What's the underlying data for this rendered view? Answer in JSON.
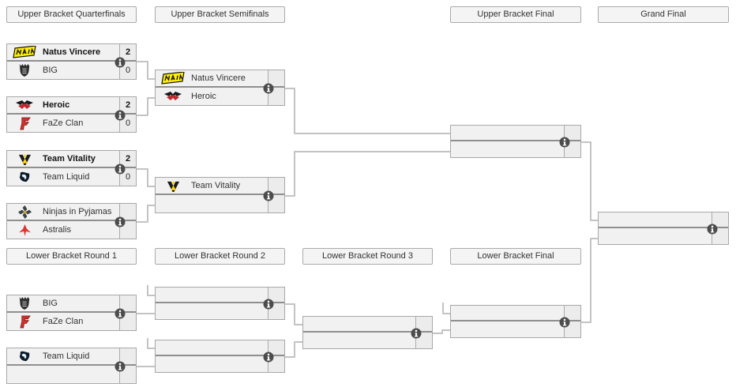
{
  "rounds": {
    "ub_quarterfinals": "Upper Bracket Quarterfinals",
    "ub_semifinals": "Upper Bracket Semifinals",
    "ub_final": "Upper Bracket Final",
    "grand_final": "Grand Final",
    "lb_round1": "Lower Bracket Round 1",
    "lb_round2": "Lower Bracket Round 2",
    "lb_round3": "Lower Bracket Round 3",
    "lb_final": "Lower Bracket Final"
  },
  "matches": {
    "ub_qf1": {
      "team1": {
        "name": "Natus Vincere",
        "score": "2"
      },
      "team2": {
        "name": "BIG",
        "score": "0"
      }
    },
    "ub_qf2": {
      "team1": {
        "name": "Heroic",
        "score": "2"
      },
      "team2": {
        "name": "FaZe Clan",
        "score": "0"
      }
    },
    "ub_qf3": {
      "team1": {
        "name": "Team Vitality",
        "score": "2"
      },
      "team2": {
        "name": "Team Liquid",
        "score": "0"
      }
    },
    "ub_qf4": {
      "team1": {
        "name": "Ninjas in Pyjamas",
        "score": ""
      },
      "team2": {
        "name": "Astralis",
        "score": ""
      }
    },
    "ub_sf1": {
      "team1": {
        "name": "Natus Vincere",
        "score": ""
      },
      "team2": {
        "name": "Heroic",
        "score": ""
      }
    },
    "ub_sf2": {
      "team1": {
        "name": "Team Vitality",
        "score": ""
      },
      "team2": {
        "name": "",
        "score": ""
      }
    },
    "lb_r1m1": {
      "team1": {
        "name": "BIG",
        "score": ""
      },
      "team2": {
        "name": "FaZe Clan",
        "score": ""
      }
    },
    "lb_r1m2": {
      "team1": {
        "name": "Team Liquid",
        "score": ""
      },
      "team2": {
        "name": "",
        "score": ""
      }
    }
  },
  "icons": {
    "info": "info-icon (dark circle with white i)",
    "navi_logo": "yellow slanted NAVI banner",
    "big_logo": "dark gothic BIG claw crest",
    "heroic_logo": "red and black falcon wings",
    "faze_logo": "red FaZe F claw",
    "vitality_logo": "black V with yellow bee",
    "liquid_logo": "dark navy horse emblem",
    "nip_logo": "dark ninja shuriken",
    "astralis_logo": "red Astralis star"
  },
  "colors": {
    "page_bg": "#ffffff",
    "box_bg": "#f1f1f1",
    "score_cell_bg": "#ececec",
    "box_border": "#a8a8a8",
    "row_divider": "#8f8f8f",
    "connector": "#c3c3c3",
    "info_icon_bg": "#4c4c4c",
    "text": "#333333",
    "navi_yellow": "#ffef00",
    "heroic_red": "#c1272d",
    "faze_red": "#d0312d",
    "vitality_yellow": "#ffd800",
    "liquid_navy": "#0b1d2c",
    "astralis_red": "#e0322f"
  }
}
